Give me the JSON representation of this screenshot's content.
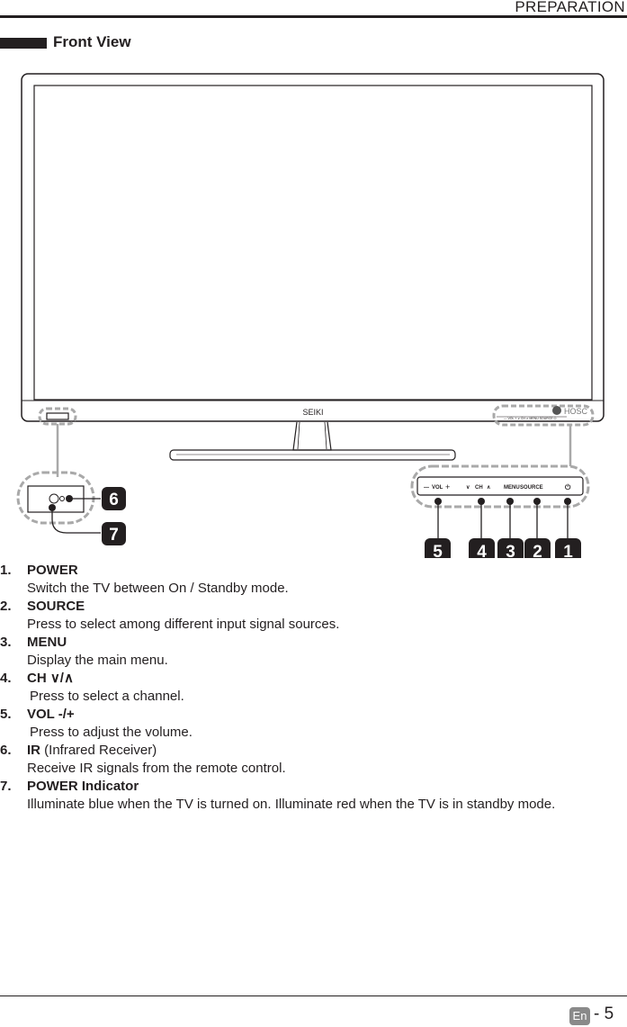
{
  "header": {
    "section": "PREPARATION"
  },
  "section_title": "Front View",
  "tv": {
    "brand": "SEIKI",
    "panel_logo": "HOSC",
    "control_labels": {
      "vol": "VOL",
      "ch": "CH",
      "menu": "MENU",
      "source": "SOURCE"
    }
  },
  "callouts": [
    "1",
    "2",
    "3",
    "4",
    "5",
    "6",
    "7"
  ],
  "items": [
    {
      "num": "1.",
      "label": "POWER",
      "extra": "",
      "desc": "Switch the TV between On / Standby mode."
    },
    {
      "num": "2.",
      "label": "SOURCE",
      "extra": "",
      "desc": "Press to select among different input signal sources."
    },
    {
      "num": "3.",
      "label": "MENU",
      "extra": "",
      "desc": "Display the main menu."
    },
    {
      "num": "4.",
      "label": "CH ∨/∧",
      "extra": "",
      "desc": "Press to select a channel."
    },
    {
      "num": "5.",
      "label": "VOL -/+",
      "extra": "",
      "desc": "Press to adjust the volume."
    },
    {
      "num": "6.",
      "label": "IR",
      "extra": " (Infrared Receiver)",
      "desc": "Receive IR signals from the remote control."
    },
    {
      "num": "7.",
      "label": "POWER Indicator",
      "extra": "",
      "desc": "Illuminate blue when the TV is turned on. Illuminate red when the TV is in standby mode."
    }
  ],
  "footer": {
    "lang": "En",
    "page": "- 5"
  }
}
